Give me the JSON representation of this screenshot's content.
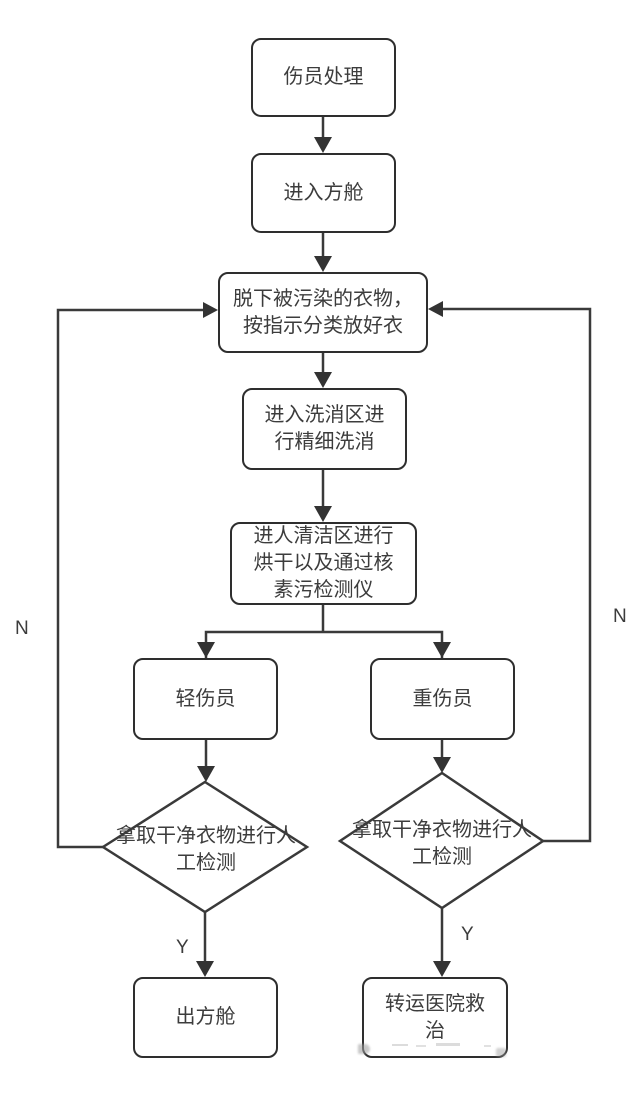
{
  "flowchart": {
    "nodes": [
      {
        "id": "start",
        "type": "process",
        "label": "伤员处理"
      },
      {
        "id": "enter-cabin",
        "type": "process",
        "label": "进入方舱"
      },
      {
        "id": "undress",
        "type": "process",
        "label": "脱下被污染的衣物，\n按指示分类放好衣"
      },
      {
        "id": "wash-area",
        "type": "process",
        "label": "进入洗消区进\n行精细洗消"
      },
      {
        "id": "clean-area",
        "type": "process",
        "label": "进人清洁区进行\n烘干以及通过核\n素污检测仪"
      },
      {
        "id": "minor-injury",
        "type": "process",
        "label": "轻伤员"
      },
      {
        "id": "severe-injury",
        "type": "process",
        "label": "重伤员"
      },
      {
        "id": "manual-check-left",
        "type": "decision",
        "label": "拿取干净衣物进行人\n工检测"
      },
      {
        "id": "manual-check-right",
        "type": "decision",
        "label": "拿取干净衣物进行人\n工检测"
      },
      {
        "id": "exit-cabin",
        "type": "process",
        "label": "出方舱"
      },
      {
        "id": "hospital",
        "type": "process",
        "label": "转运医院救\n治"
      }
    ],
    "edge_labels": {
      "left_yes": "Y",
      "right_yes": "Y",
      "left_no": "N",
      "right_no": "N"
    },
    "colors": {
      "line": "#3a3a3a",
      "arrowhead": "#333333",
      "node_border": "#2e2e2e",
      "node_fill": "#ffffff",
      "text": "#3c3c3c",
      "background": "#ffffff"
    }
  }
}
